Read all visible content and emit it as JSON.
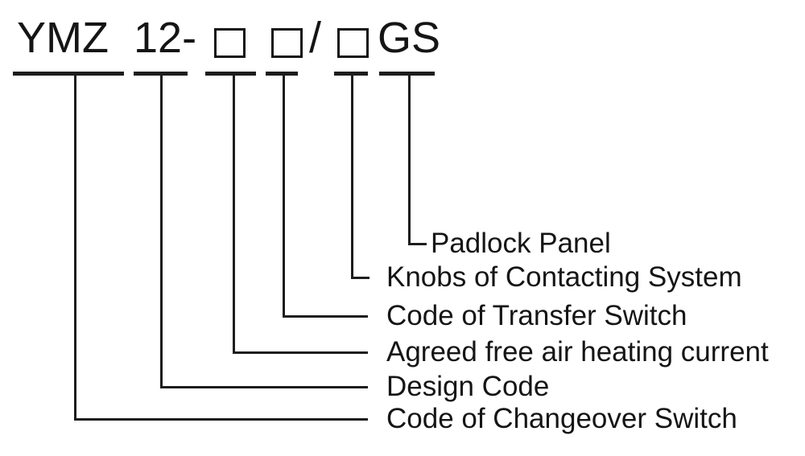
{
  "colors": {
    "background": "#ffffff",
    "line": "#1d1d1d",
    "text": "#151515"
  },
  "model_code": {
    "full": "YMZ 12-□ □/□GS",
    "segments": [
      {
        "id": "changeover-switch-code",
        "text": "YMZ"
      },
      {
        "id": "design-code",
        "text": "12-"
      },
      {
        "id": "heating-current-box",
        "symbol": "□"
      },
      {
        "id": "transfer-switch-box",
        "symbol": "□"
      },
      {
        "id": "separator",
        "text": "/"
      },
      {
        "id": "knobs-box",
        "symbol": "□"
      },
      {
        "id": "padlock-panel-suffix",
        "text": "GS"
      }
    ]
  },
  "labels": [
    {
      "text": "Padlock Panel"
    },
    {
      "text": "Knobs of Contacting System"
    },
    {
      "text": "Code of Transfer Switch"
    },
    {
      "text": "Agreed free air heating current"
    },
    {
      "text": "Design Code"
    },
    {
      "text": "Code of Changeover Switch"
    }
  ]
}
